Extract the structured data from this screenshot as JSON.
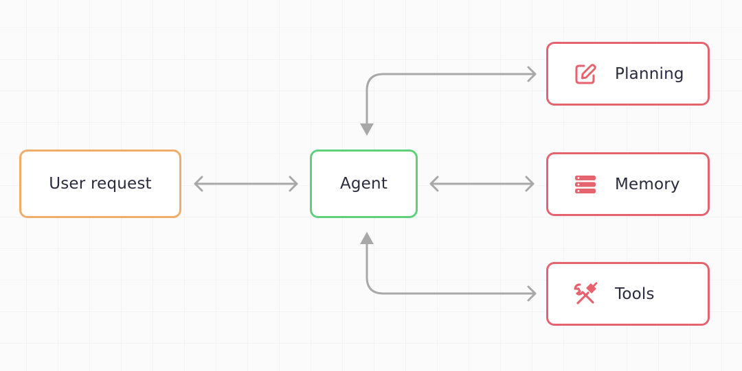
{
  "nodes": {
    "user": {
      "label": "User request",
      "color": "#f0ad6a"
    },
    "agent": {
      "label": "Agent",
      "color": "#5fcf7e"
    },
    "planning": {
      "label": "Planning",
      "color": "#e5636f",
      "icon": "edit-icon"
    },
    "memory": {
      "label": "Memory",
      "color": "#e5636f",
      "icon": "server-stack-icon"
    },
    "tools": {
      "label": "Tools",
      "color": "#e5636f",
      "icon": "tools-icon"
    }
  },
  "connector_color": "#a8a8a8",
  "edges": [
    {
      "from": "user",
      "to": "agent",
      "direction": "both"
    },
    {
      "from": "agent",
      "to": "planning",
      "direction": "both"
    },
    {
      "from": "agent",
      "to": "memory",
      "direction": "both"
    },
    {
      "from": "agent",
      "to": "tools",
      "direction": "both"
    }
  ]
}
